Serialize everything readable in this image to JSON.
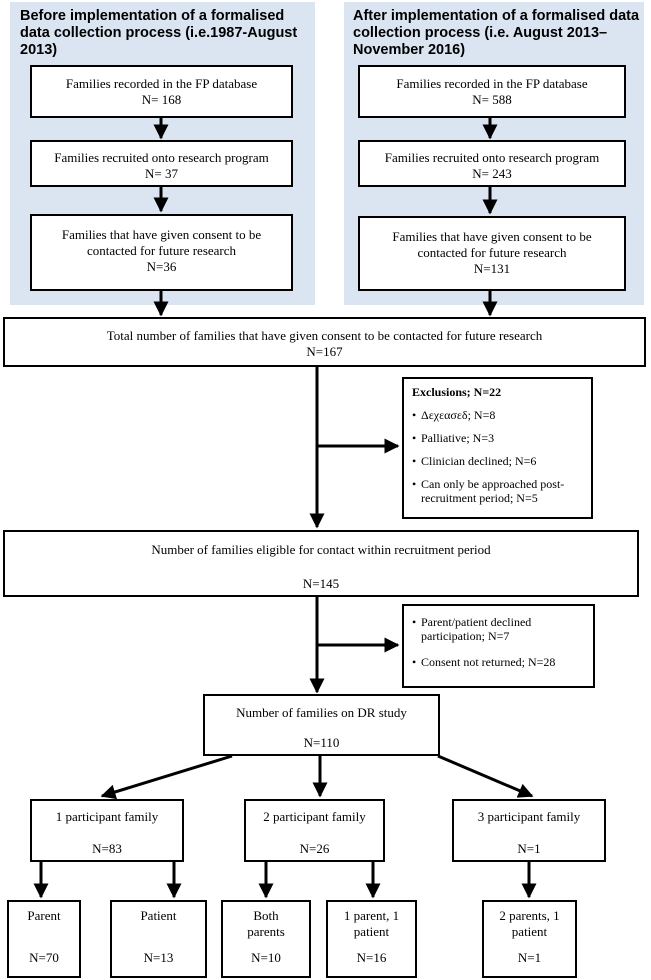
{
  "panels": {
    "before": {
      "title": "Before implementation of a formalised data collection process (i.e.1987-August 2013)",
      "recorded": {
        "label": "Families recorded in the FP database",
        "n": "N= 168"
      },
      "recruited": {
        "label": "Families recruited onto research program",
        "n": "N= 37"
      },
      "consent": {
        "label": "Families that have given consent to be contacted for future research",
        "n": "N=36"
      }
    },
    "after": {
      "title": "After implementation of a formalised data collection process (i.e. August 2013–November 2016)",
      "recorded": {
        "label": "Families recorded in the FP database",
        "n": "N= 588"
      },
      "recruited": {
        "label": "Families recruited onto research program",
        "n": "N= 243"
      },
      "consent": {
        "label": "Families that have given consent to be contacted for future research",
        "n": "N=131"
      }
    }
  },
  "total": {
    "label": "Total number of families that have given consent to be contacted for future research",
    "n": "N=167"
  },
  "exclusions": {
    "title": "Exclusions; N=22",
    "items": [
      "Δεχεασεδ; N=8",
      "Palliative; N=3",
      "Clinician declined; N=6",
      "Can only be approached post-recruitment period; N=5"
    ]
  },
  "eligible": {
    "label": "Number of families eligible for contact within recruitment period",
    "n": "N=145"
  },
  "declined": {
    "items": [
      "Parent/patient declined participation; N=7",
      "Consent not returned; N=28"
    ]
  },
  "dr_study": {
    "label": "Number of families on DR study",
    "n": "N=110"
  },
  "groups": [
    {
      "label": "1 participant family",
      "n": "N=83"
    },
    {
      "label": "2 participant family",
      "n": "N=26"
    },
    {
      "label": "3 participant family",
      "n": "N=1"
    }
  ],
  "leaves": [
    {
      "label": "Parent",
      "n": "N=70"
    },
    {
      "label": "Patient",
      "n": "N=13"
    },
    {
      "label": "Both parents",
      "n": "N=10"
    },
    {
      "label": "1 parent, 1 patient",
      "n": "N=16"
    },
    {
      "label": "2 parents, 1 patient",
      "n": "N=1"
    }
  ]
}
